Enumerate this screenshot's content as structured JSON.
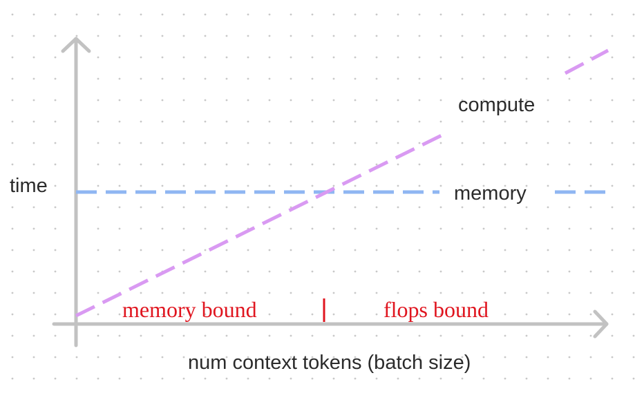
{
  "colors": {
    "background": "#ffffff",
    "grid_dot": "#c8c8c8",
    "axis": "#c2c2c2",
    "compute_line": "#d99af2",
    "memory_line": "#8fb6f2",
    "region_text": "#e0151f",
    "label_text": "#2b2b2b"
  },
  "axes": {
    "y_label": "time",
    "x_label": "num context tokens (batch size)"
  },
  "series": {
    "compute_label": "compute",
    "memory_label": "memory"
  },
  "regions": {
    "left_label": "memory bound",
    "right_label": "flops bound"
  },
  "icons": {
    "x_axis_arrow": "arrow-right-icon",
    "y_axis_arrow": "arrow-up-icon"
  }
}
